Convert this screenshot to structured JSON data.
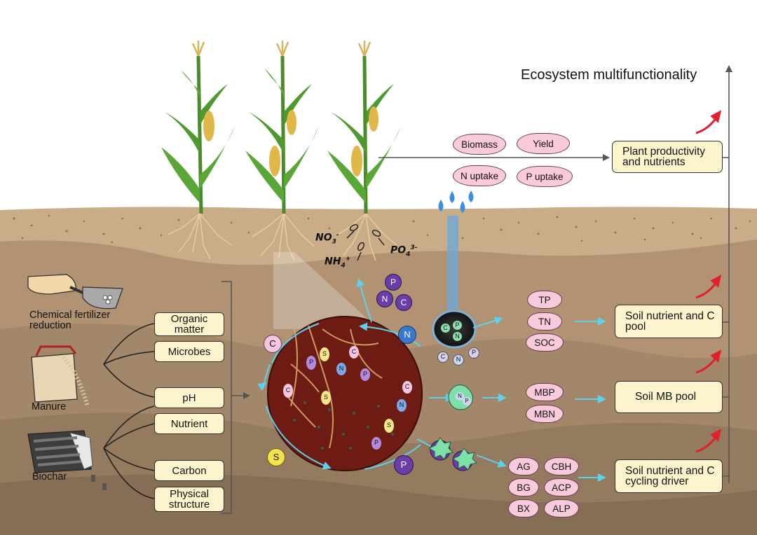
{
  "title": "Ecosystem multifunctionality",
  "treatments": [
    "Chemical fertilizer reduction",
    "Manure",
    "Biochar"
  ],
  "soil_properties": [
    "Organic matter",
    "Microbes",
    "pH",
    "Nutrient",
    "Carbon",
    "Physical structure"
  ],
  "plant_indicators": [
    "Biomass",
    "Yield",
    "N uptake",
    "P uptake"
  ],
  "nutrient_ions": {
    "no3": "NO",
    "no3_sub": "3",
    "no3_sup": "-",
    "nh4": "NH",
    "nh4_sub": "4",
    "nh4_sup": "+",
    "po4": "PO",
    "po4_sub": "4",
    "po4_sup": "3-"
  },
  "element_letters": {
    "c": "C",
    "n": "N",
    "p": "P",
    "s": "S"
  },
  "soil_pool_indicators": [
    "TP",
    "TN",
    "SOC"
  ],
  "mb_indicators": [
    "MBP",
    "MBN"
  ],
  "enzymes": [
    "AG",
    "CBH",
    "BG",
    "ACP",
    "BX",
    "ALP"
  ],
  "functions": {
    "plant": "Plant productivity and nutrients",
    "soil_pool": "Soil nutrient and C pool",
    "mb_pool": "Soil MB pool",
    "cycling": "Soil nutrient and C cycling driver"
  },
  "colors": {
    "soil_dark": "#5a4330",
    "soil_light": "#b59a78",
    "pink": "#f9c9dc",
    "cream": "#fdf3cc",
    "cyan_arrow": "#66d6ee",
    "red_arrow": "#e0202a",
    "purple": "#6a3da8"
  }
}
